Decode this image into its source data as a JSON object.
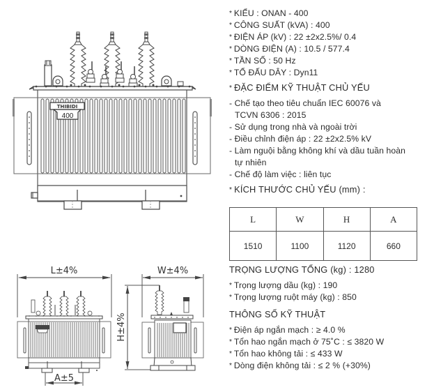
{
  "drawing": {
    "main_view": {
      "brand_label": "THIBIDI",
      "rating_label": "400"
    },
    "front_dim_view": {
      "length_label": "L±4%",
      "spacing_label": "A±5"
    },
    "side_dim_view": {
      "width_label": "W±4%",
      "height_label": "H±4%"
    }
  },
  "specs": {
    "model": "KIỂU : ONAN - 400",
    "power": "CÔNG SUẤT (kVA) :  400",
    "voltage": "ĐIỆN ÁP (kV) :  22 ±2x2.5%/ 0.4",
    "current": "DÒNG ĐIỆN (A) :  10.5 / 577.4",
    "frequency": "TẦN SỐ : 50 Hz",
    "vector_group": "TỔ ĐẤU DÂY :  Dyn11",
    "features_heading": "ĐẶC ĐIỂM KỸ THUẬT CHỦ YẾU",
    "features": [
      "Chế tạo theo tiêu chuẩn IEC 60076 và",
      "TCVN 6306 : 2015",
      "Sử dụng trong nhà và ngoài trời",
      "Điều chỉnh điện áp :  22 ±2x2.5% kV",
      "Làm nguội bằng không khí và dầu tuần hoàn",
      "tự nhiên",
      "Chế độ làm việc : liên tục"
    ],
    "dimensions_heading": "KÍCH THƯỚC CHỦ YẾU (mm) :"
  },
  "dimensions_table": {
    "headers": [
      "L",
      "W",
      "H",
      "A"
    ],
    "values": [
      "1510",
      "1100",
      "1120",
      "660"
    ]
  },
  "weights": {
    "total": "TRỌNG LƯỢNG TỔNG (kg) :  1280",
    "oil": "Trọng lượng dầu (kg) : 190",
    "core": "Trọng lượng ruột máy (kg) :  850"
  },
  "technical": {
    "heading": "THÔNG SỐ KỸ THUẬT",
    "items": [
      "Điện áp ngắn mạch :  ≥  4.0 %",
      "Tổn hao ngắn mạch ở 75˚C :  ≤  3820 W",
      "Tổn hao không tải :   ≤ 433 W",
      "Dòng điện không tải :  ≤  2 % (+30%)"
    ]
  }
}
